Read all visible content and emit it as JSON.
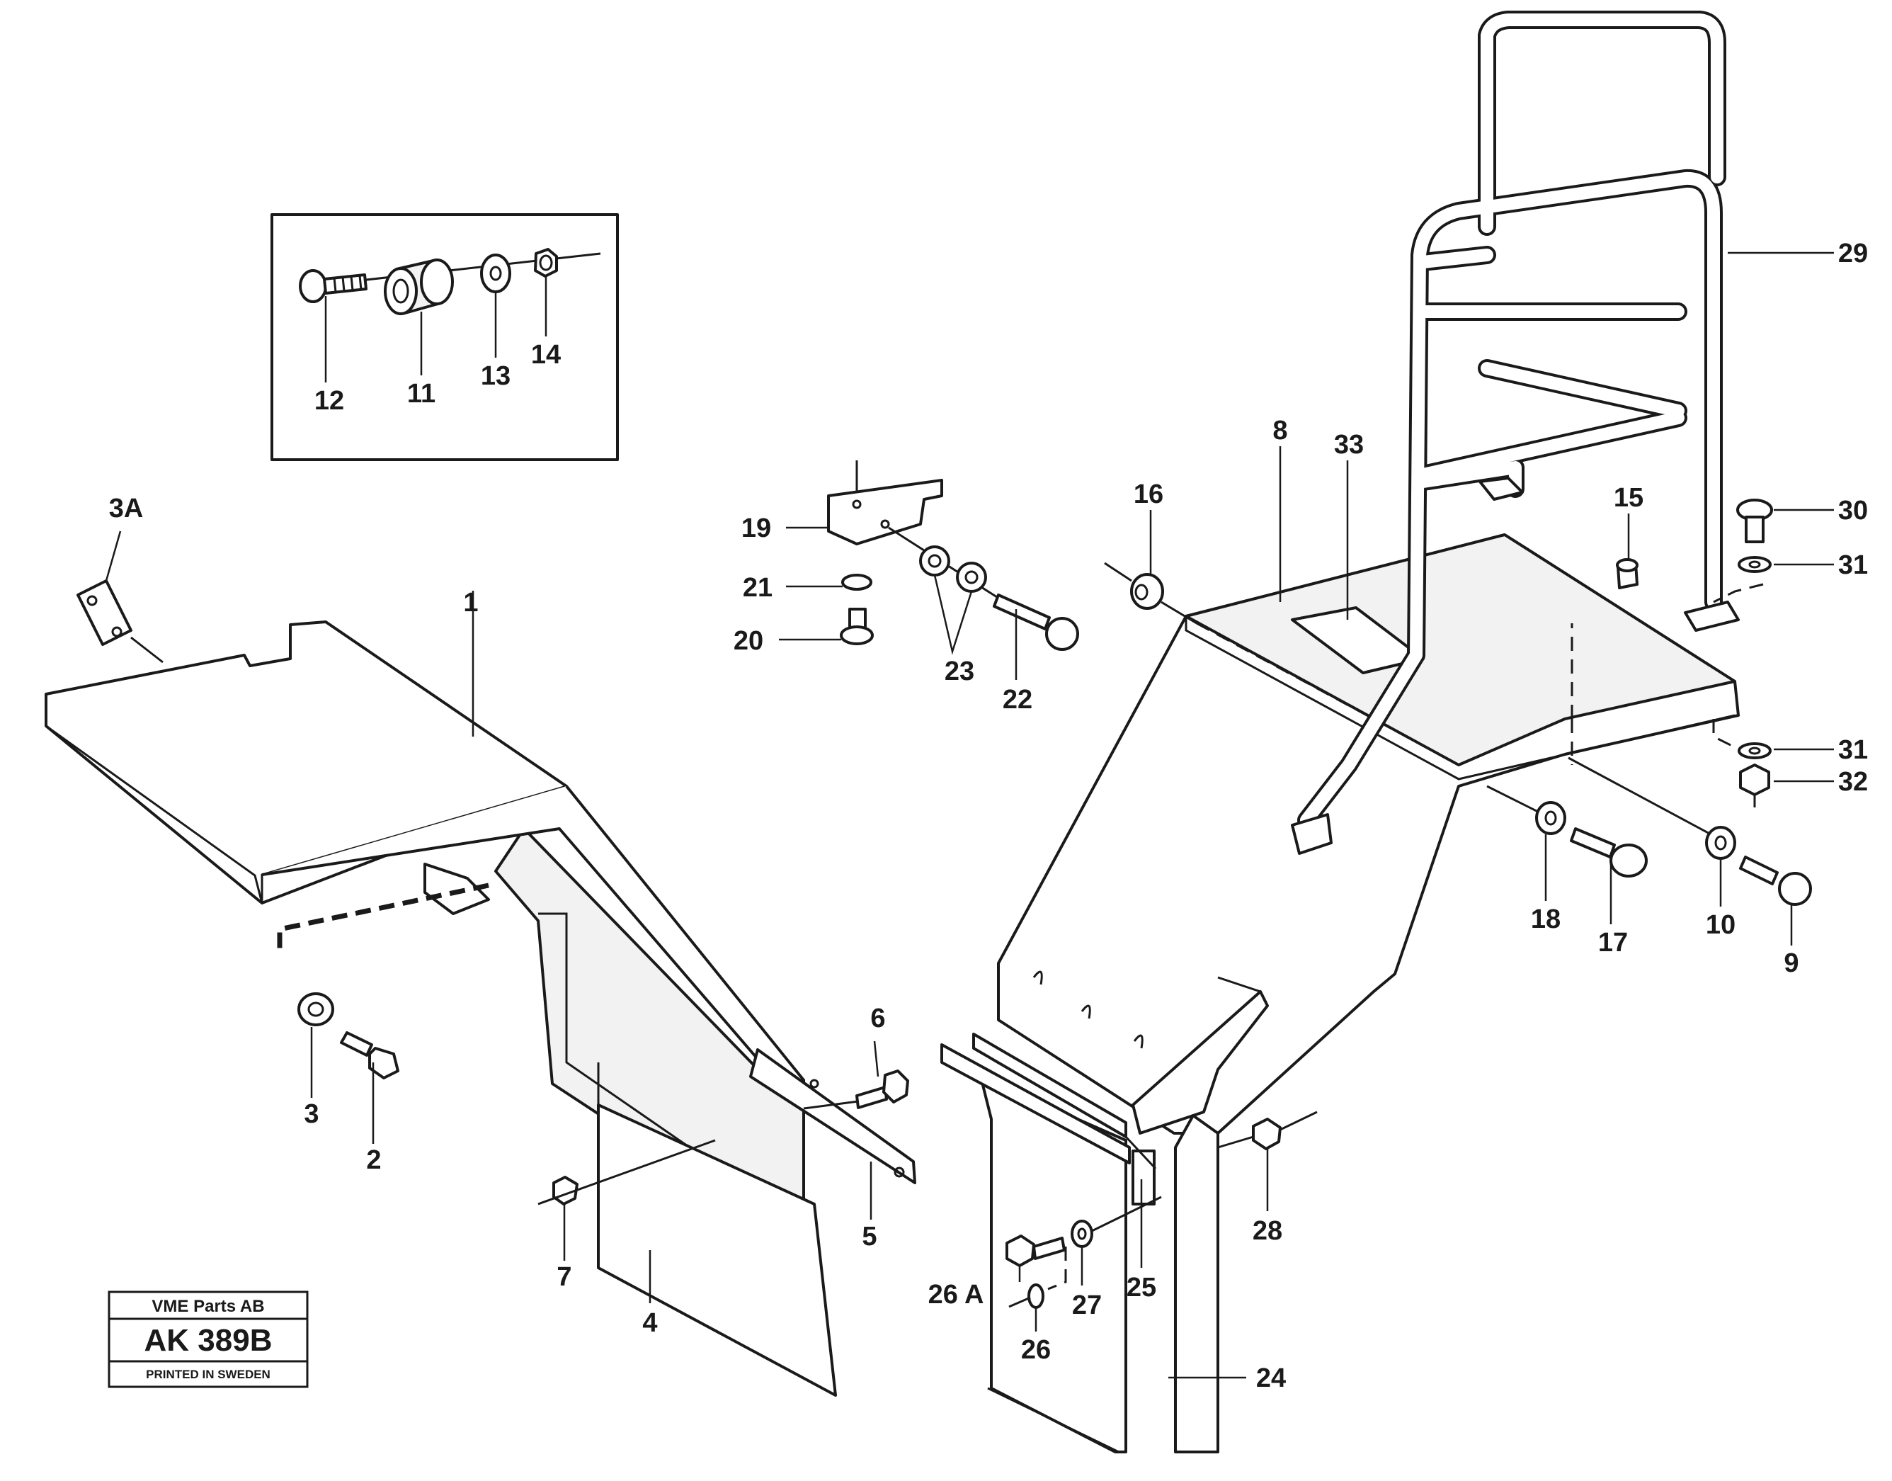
{
  "callouts": {
    "c1": "1",
    "c2": "2",
    "c3": "3",
    "c3a": "3A",
    "c4": "4",
    "c5": "5",
    "c6": "6",
    "c7": "7",
    "c8": "8",
    "c9": "9",
    "c10": "10",
    "c11": "11",
    "c12": "12",
    "c13": "13",
    "c14": "14",
    "c15": "15",
    "c16": "16",
    "c17": "17",
    "c18": "18",
    "c19": "19",
    "c20": "20",
    "c21": "21",
    "c22": "22",
    "c23": "23",
    "c24": "24",
    "c25": "25",
    "c26": "26",
    "c26a": "26 A",
    "c27": "27",
    "c28": "28",
    "c29": "29",
    "c30": "30",
    "c31a": "31",
    "c31b": "31",
    "c32": "32",
    "c33": "33"
  },
  "stamp": {
    "company": "VME Parts AB",
    "code": "AK 389B",
    "printed": "PRINTED IN SWEDEN"
  }
}
